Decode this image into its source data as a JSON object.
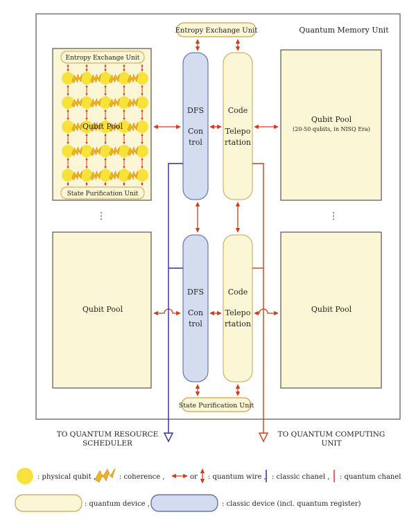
{
  "title": "Quantum Memory Unit",
  "entropy_top": "Entropy Exchange Unit",
  "purification_bottom": "State Purification Unit",
  "pools": {
    "top_left": {
      "title": "Qubit Pool",
      "header": "Entropy Exchange Unit",
      "footer": "State Purification Unit"
    },
    "top_right": {
      "title": "Qubit Pool",
      "subtitle": "(20-50 qubits, in NISQ Era)"
    },
    "bottom_left": {
      "title": "Qubit Pool"
    },
    "bottom_right": {
      "title": "Qubit Pool"
    }
  },
  "dfs": {
    "line1": "DFS",
    "line2": "Con",
    "line3": "trol"
  },
  "code_tele": {
    "line1": "Code",
    "line2": "Telepo",
    "line3": "rtation"
  },
  "ellipsis": "⋮",
  "dest_left": {
    "line1": "TO QUANTUM RESOURCE",
    "line2": "SCHEDULER"
  },
  "dest_right": {
    "line1": "TO QUANTUM COMPUTING",
    "line2": "UNIT"
  },
  "legend": {
    "physical_qubit": ": physical qubit ,",
    "coherence": ": coherence ,",
    "or": "or",
    "quantum_wire": ": quantum wire ,",
    "classic_chanel": ": classic chanel ,",
    "quantum_chanel": ": quantum chanel",
    "quantum_device": ": quantum device ,",
    "classic_device": ": classic device (incl. quantum register)"
  },
  "colors": {
    "quantum_fill": "#fbf6d5",
    "quantum_stroke": "#c8a24a",
    "classic_fill": "#d4dcef",
    "classic_stroke": "#4a5da8",
    "qubit": "#f7e23b",
    "coherence": "#f0b21e",
    "quantum_wire": "#d23a1a",
    "classic_line": "#2a2e9e",
    "quantum_line": "#d23a1a"
  }
}
